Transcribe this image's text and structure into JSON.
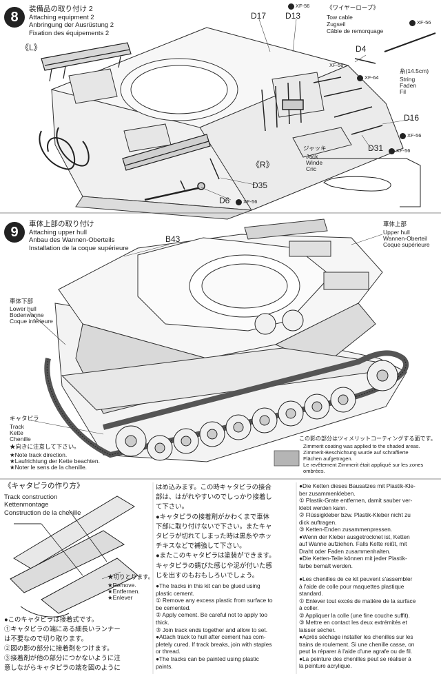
{
  "step8": {
    "number": "8",
    "title_jp": "装備品の取り付け 2",
    "title_en": "Attaching equipment 2",
    "title_de": "Anbringung der Ausrüstung 2",
    "title_fr": "Fixation des équipements 2",
    "label_left": "《L》",
    "label_right": "《R》",
    "parts": [
      "D17",
      "D13",
      "D4",
      "D16",
      "D31",
      "D35",
      "D6"
    ],
    "paints": [
      "XF-56",
      "XF-56",
      "XF-64",
      "XF-56",
      "XF-56",
      "XF-56",
      "XF-56"
    ],
    "tow_cable_jp": "《ワイヤーロープ》",
    "tow_cable_en": "Tow cable",
    "tow_cable_de": "Zugseil",
    "tow_cable_fr": "Câble de remorquage",
    "string_jp": "糸(14.5cm)",
    "string_en": "String",
    "string_de": "Faden",
    "string_fr": "Fil",
    "jack_jp": "ジャッキ",
    "jack_en": "Jack",
    "jack_de": "Winde",
    "jack_fr": "Cric"
  },
  "step9": {
    "number": "9",
    "title_jp": "車体上部の取り付け",
    "title_en": "Attaching upper hull",
    "title_de": "Anbau des Wannen-Oberteils",
    "title_fr": "Installation de la coque supérieure",
    "part_b43": "B43",
    "upper_jp": "車体上部",
    "upper_en": "Upper hull",
    "upper_de": "Wannen-Oberteil",
    "upper_fr": "Coque supérieure",
    "lower_jp": "車体下部",
    "lower_en": "Lower hull",
    "lower_de": "Bodenwanne",
    "lower_fr": "Coque inférieure",
    "track_jp": "キャタピラ",
    "track_en": "Track",
    "track_de": "Kette",
    "track_fr": "Chenille",
    "note_jp": "★向きに注意して下さい。",
    "note_en": "★Note track direction.",
    "note_de": "★Laufrichtung der Kette beachten.",
    "note_fr": "★Noter le sens de la chenille.",
    "zimmerit_jp": "この影の部分はツィメリットコーティングする面です。",
    "zimmerit_en": "Zimmerit coating was applied to the shaded areas.",
    "zimmerit_de_1": "Zimmerit-Beschichtung wurde auf schraffierte",
    "zimmerit_de_2": "Flächen aufgetragen.",
    "zimmerit_fr_1": "Le revêtement Zimmerit était appliqué sur les zones",
    "zimmerit_fr_2": "ombrées."
  },
  "track": {
    "title_jp": "《キャタピラの作り方》",
    "title_en": "Track construction",
    "title_de": "Kettenmontage",
    "title_fr": "Construction de la chenille",
    "cut_jp": "★切りとります。",
    "cut_en": "★Remove.",
    "cut_de": "★Entfernen.",
    "cut_fr": "★Enlever",
    "left_jp": [
      "●このキャタピラは接着式です。",
      "①キャタピラの端にある細長いランナー",
      "は不要なので切り取ります。",
      "②図の影の部分に接着剤をつけます。",
      "③接着剤が他の部分につかないように注",
      "意しながらキャタピラの端を図のように"
    ],
    "mid_jp": [
      "はめ込みます。この時キャタピラの接合",
      "部は、はがれやすいのでしっかり接着し",
      "て下さい。",
      "●キャタピラの接着剤がかわくまで車体",
      "下部に取り付けないで下さい。またキャ",
      "タピラが切れてしまった時は黒糸やホッ",
      "チキスなどで補強して下さい。",
      "●またこのキャタピラは塗装ができます。",
      "キャタピラの錆びた感じや泥が付いた感",
      "じを出すのもおもしろいでしょう。"
    ],
    "mid_en": [
      "●The tracks in this kit can be glued using",
      "plastic cement.",
      "① Remove any excess plastic from surface to",
      "be cemented.",
      "② Apply cement. Be careful not to apply too",
      "thick.",
      "③ Join track ends together and allow to set.",
      "●Attach track to hull after cement has com-",
      "pletely cured. If track breaks, join with staples",
      "or thread.",
      "●The tracks can be painted using plastic",
      "paints."
    ],
    "right_de": [
      "●Die Ketten dieses Bausatzes mit Plastik-Kle-",
      "ber zusammenkleben.",
      "① Plastik-Grate entfernen, damit sauber ver-",
      "klebt werden kann.",
      "② Flüssigkleber bzw. Plastik-Kleber nicht zu",
      "dick auftragen.",
      "③ Ketten-Enden zusammenpressen.",
      "●Wenn der Kleber ausgetrocknet ist, Ketten",
      "auf Wanne aufziehen. Falls Kette reißt, mit",
      "Draht oder Faden zusammenhalten.",
      "●Die Ketten-Teile können mit jeder Plastik-",
      "farbe bemalt werden."
    ],
    "right_fr": [
      "●Les chenilles de ce kit peuvent s'assembler",
      "à l'aide de colle pour maquettes plastique",
      "standard.",
      "① Enlever tout excès de matière de la surface",
      "à coller.",
      "② Appliquer la colle (une fine couche suffit).",
      "③ Mettre en contact les deux extrémités et",
      "laisser sécher.",
      "●Après séchage installer les chenilles sur les",
      "trains de roulement. Si une chenille casse, on",
      "peut la réparer à l'aide d'une agrafe ou de fil.",
      "●La peinture des chenilles peut se réaliser à",
      "la peinture acrylique."
    ]
  },
  "colors": {
    "ink": "#222222",
    "shade": "#b5b5b5",
    "hull": "#ececec"
  }
}
